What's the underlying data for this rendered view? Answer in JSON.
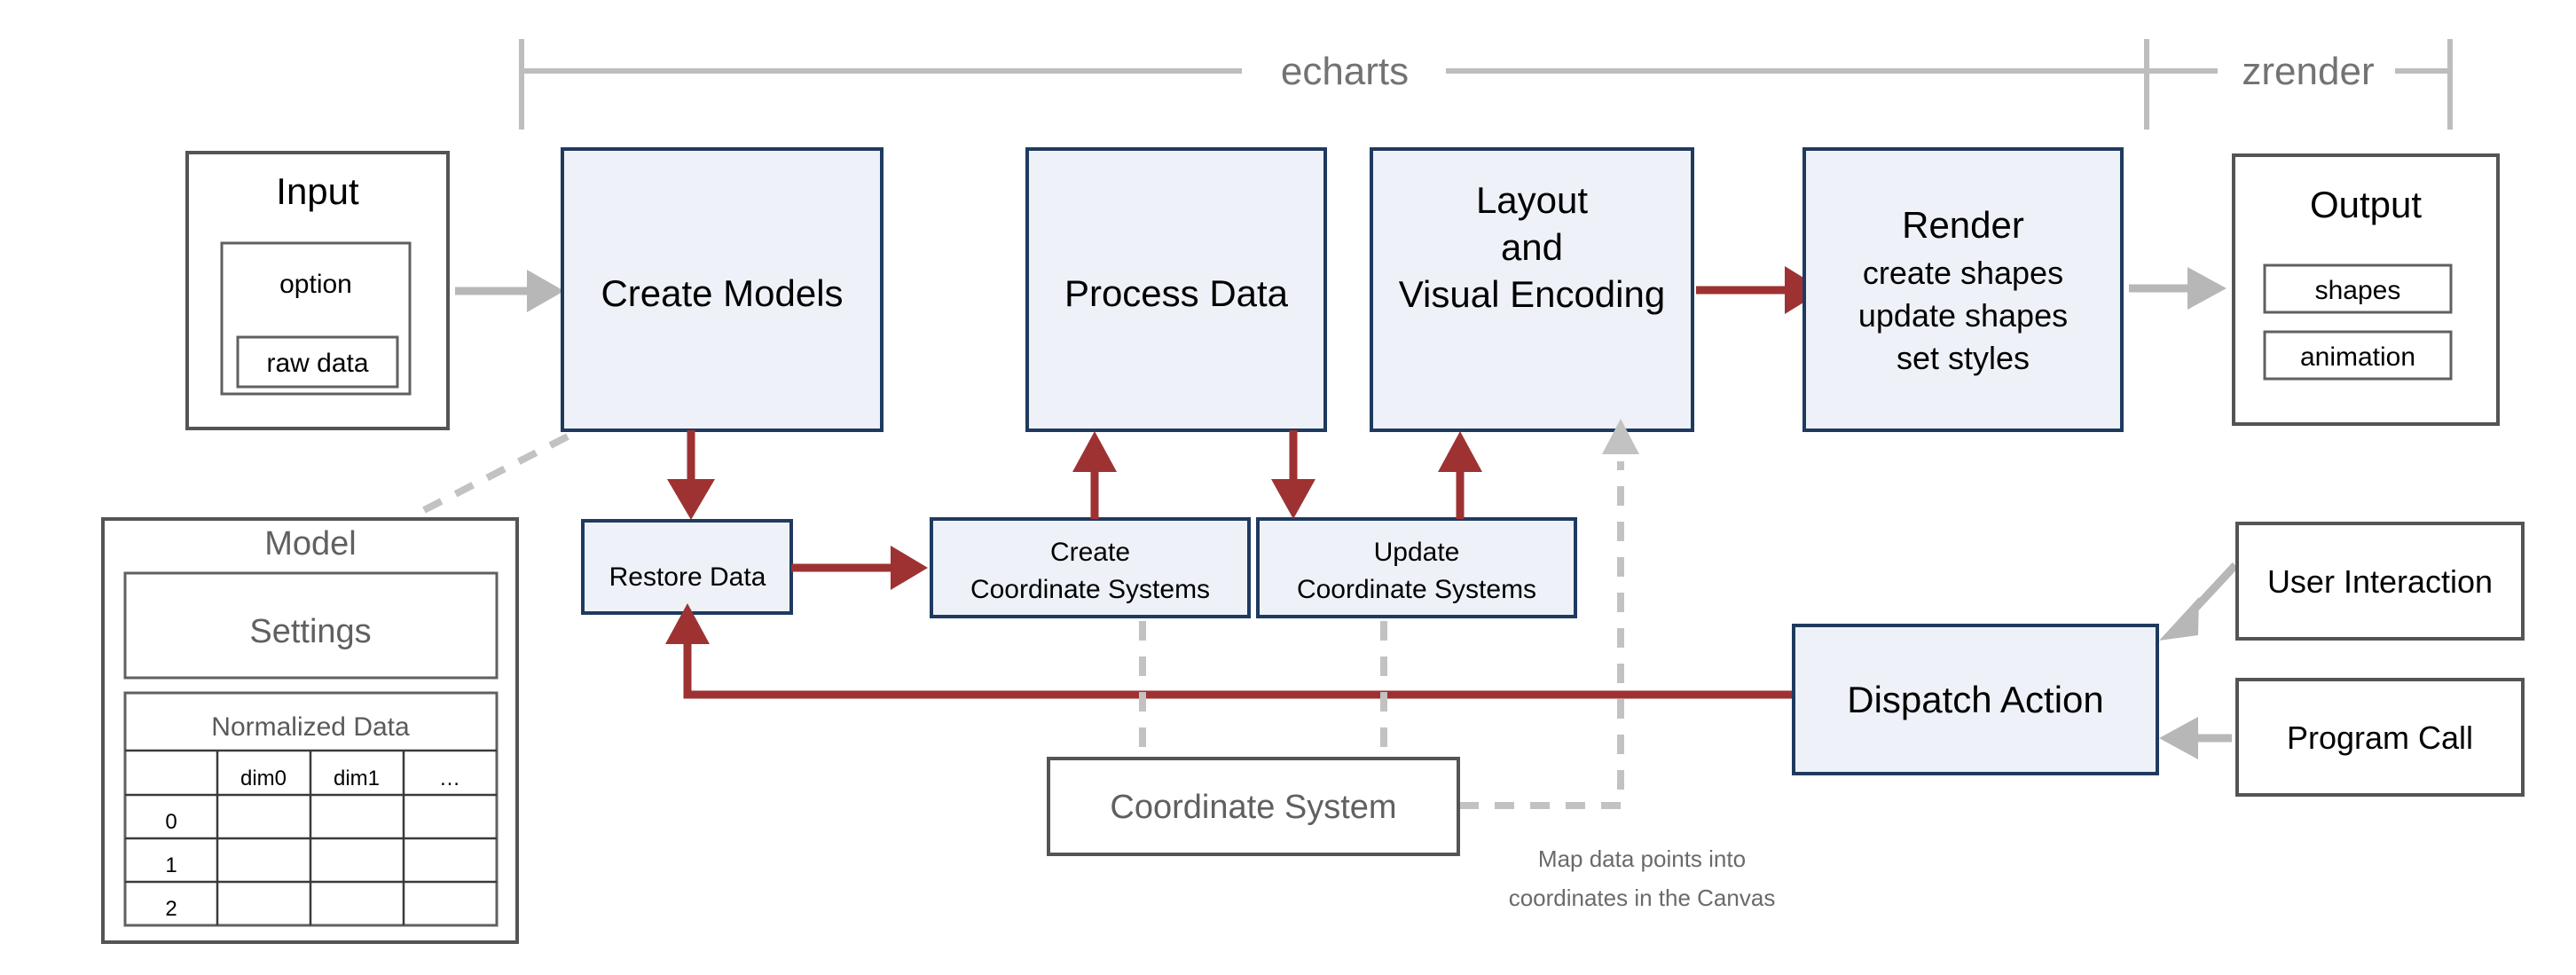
{
  "diagram": {
    "title_brackets": [
      {
        "label": "echarts"
      },
      {
        "label": "zrender"
      }
    ],
    "input_group": {
      "title": "Input",
      "option_label": "option",
      "raw_data_label": "raw data"
    },
    "pipeline": {
      "create_models": "Create Models",
      "process_data": "Process Data",
      "layout_line1": "Layout",
      "layout_line2": "and",
      "layout_line3": "Visual Encoding",
      "render_line1": "Render",
      "render_line2": "create shapes",
      "render_line3": "update shapes",
      "render_line4": "set styles"
    },
    "output_group": {
      "title": "Output",
      "shapes_label": "shapes",
      "animation_label": "animation"
    },
    "model_group": {
      "title": "Model",
      "settings_label": "Settings",
      "normalized_data_label": "Normalized Data",
      "table": {
        "headers": [
          "",
          "dim0",
          "dim1",
          "…"
        ],
        "rows": [
          [
            "0",
            "",
            "",
            ""
          ],
          [
            "1",
            "",
            "",
            ""
          ],
          [
            "2",
            "",
            "",
            ""
          ]
        ]
      }
    },
    "middle_row": {
      "restore_data": "Restore Data",
      "create_coord_line1": "Create",
      "create_coord_line2": "Coordinate  Systems",
      "update_coord_line1": "Update",
      "update_coord_line2": "Coordinate  Systems"
    },
    "bottom_row": {
      "coordinate_system": "Coordinate System",
      "dispatch_action": "Dispatch Action",
      "user_interaction": "User Interaction",
      "program_call": "Program Call",
      "caption_line1": "Map data points into",
      "caption_line2": "coordinates in the Canvas"
    },
    "colors": {
      "box_fill": "#eef2f8",
      "box_stroke": "#1f3a5f",
      "plain_stroke": "#545454",
      "red_arrow": "#9e3232",
      "grey_arrow": "#b7b7b7",
      "dashed_grey": "#c2c2c2",
      "bracket_grey": "#bdbdbd",
      "background": "#ffffff"
    }
  }
}
